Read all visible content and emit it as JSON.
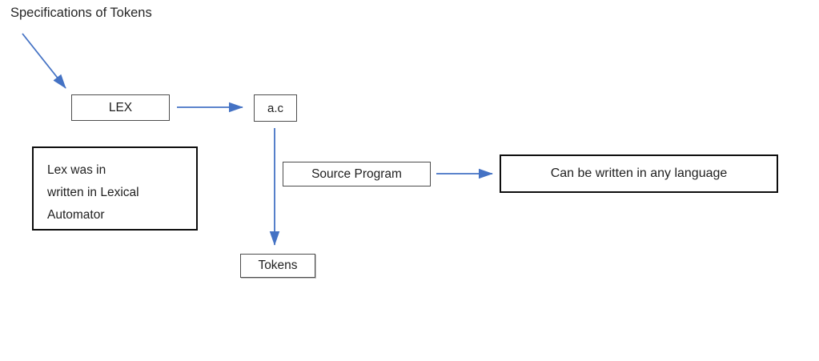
{
  "diagram": {
    "spec_label": "Specifications of Tokens",
    "lex_box_label": "LEX",
    "ac_box_label": "a.c",
    "source_program_label": "Source Program",
    "language_box_label": "Can be written in any language",
    "tokens_box_label": "Tokens",
    "note_box": {
      "lines": [
        "Lex was in",
        "written in Lexical",
        "Automator"
      ]
    },
    "colors": {
      "arrow_blue": "#4472C4",
      "border_black": "#0d0d0d",
      "border_gray": "#4d4d4d",
      "text": "#1f1f1f"
    }
  }
}
